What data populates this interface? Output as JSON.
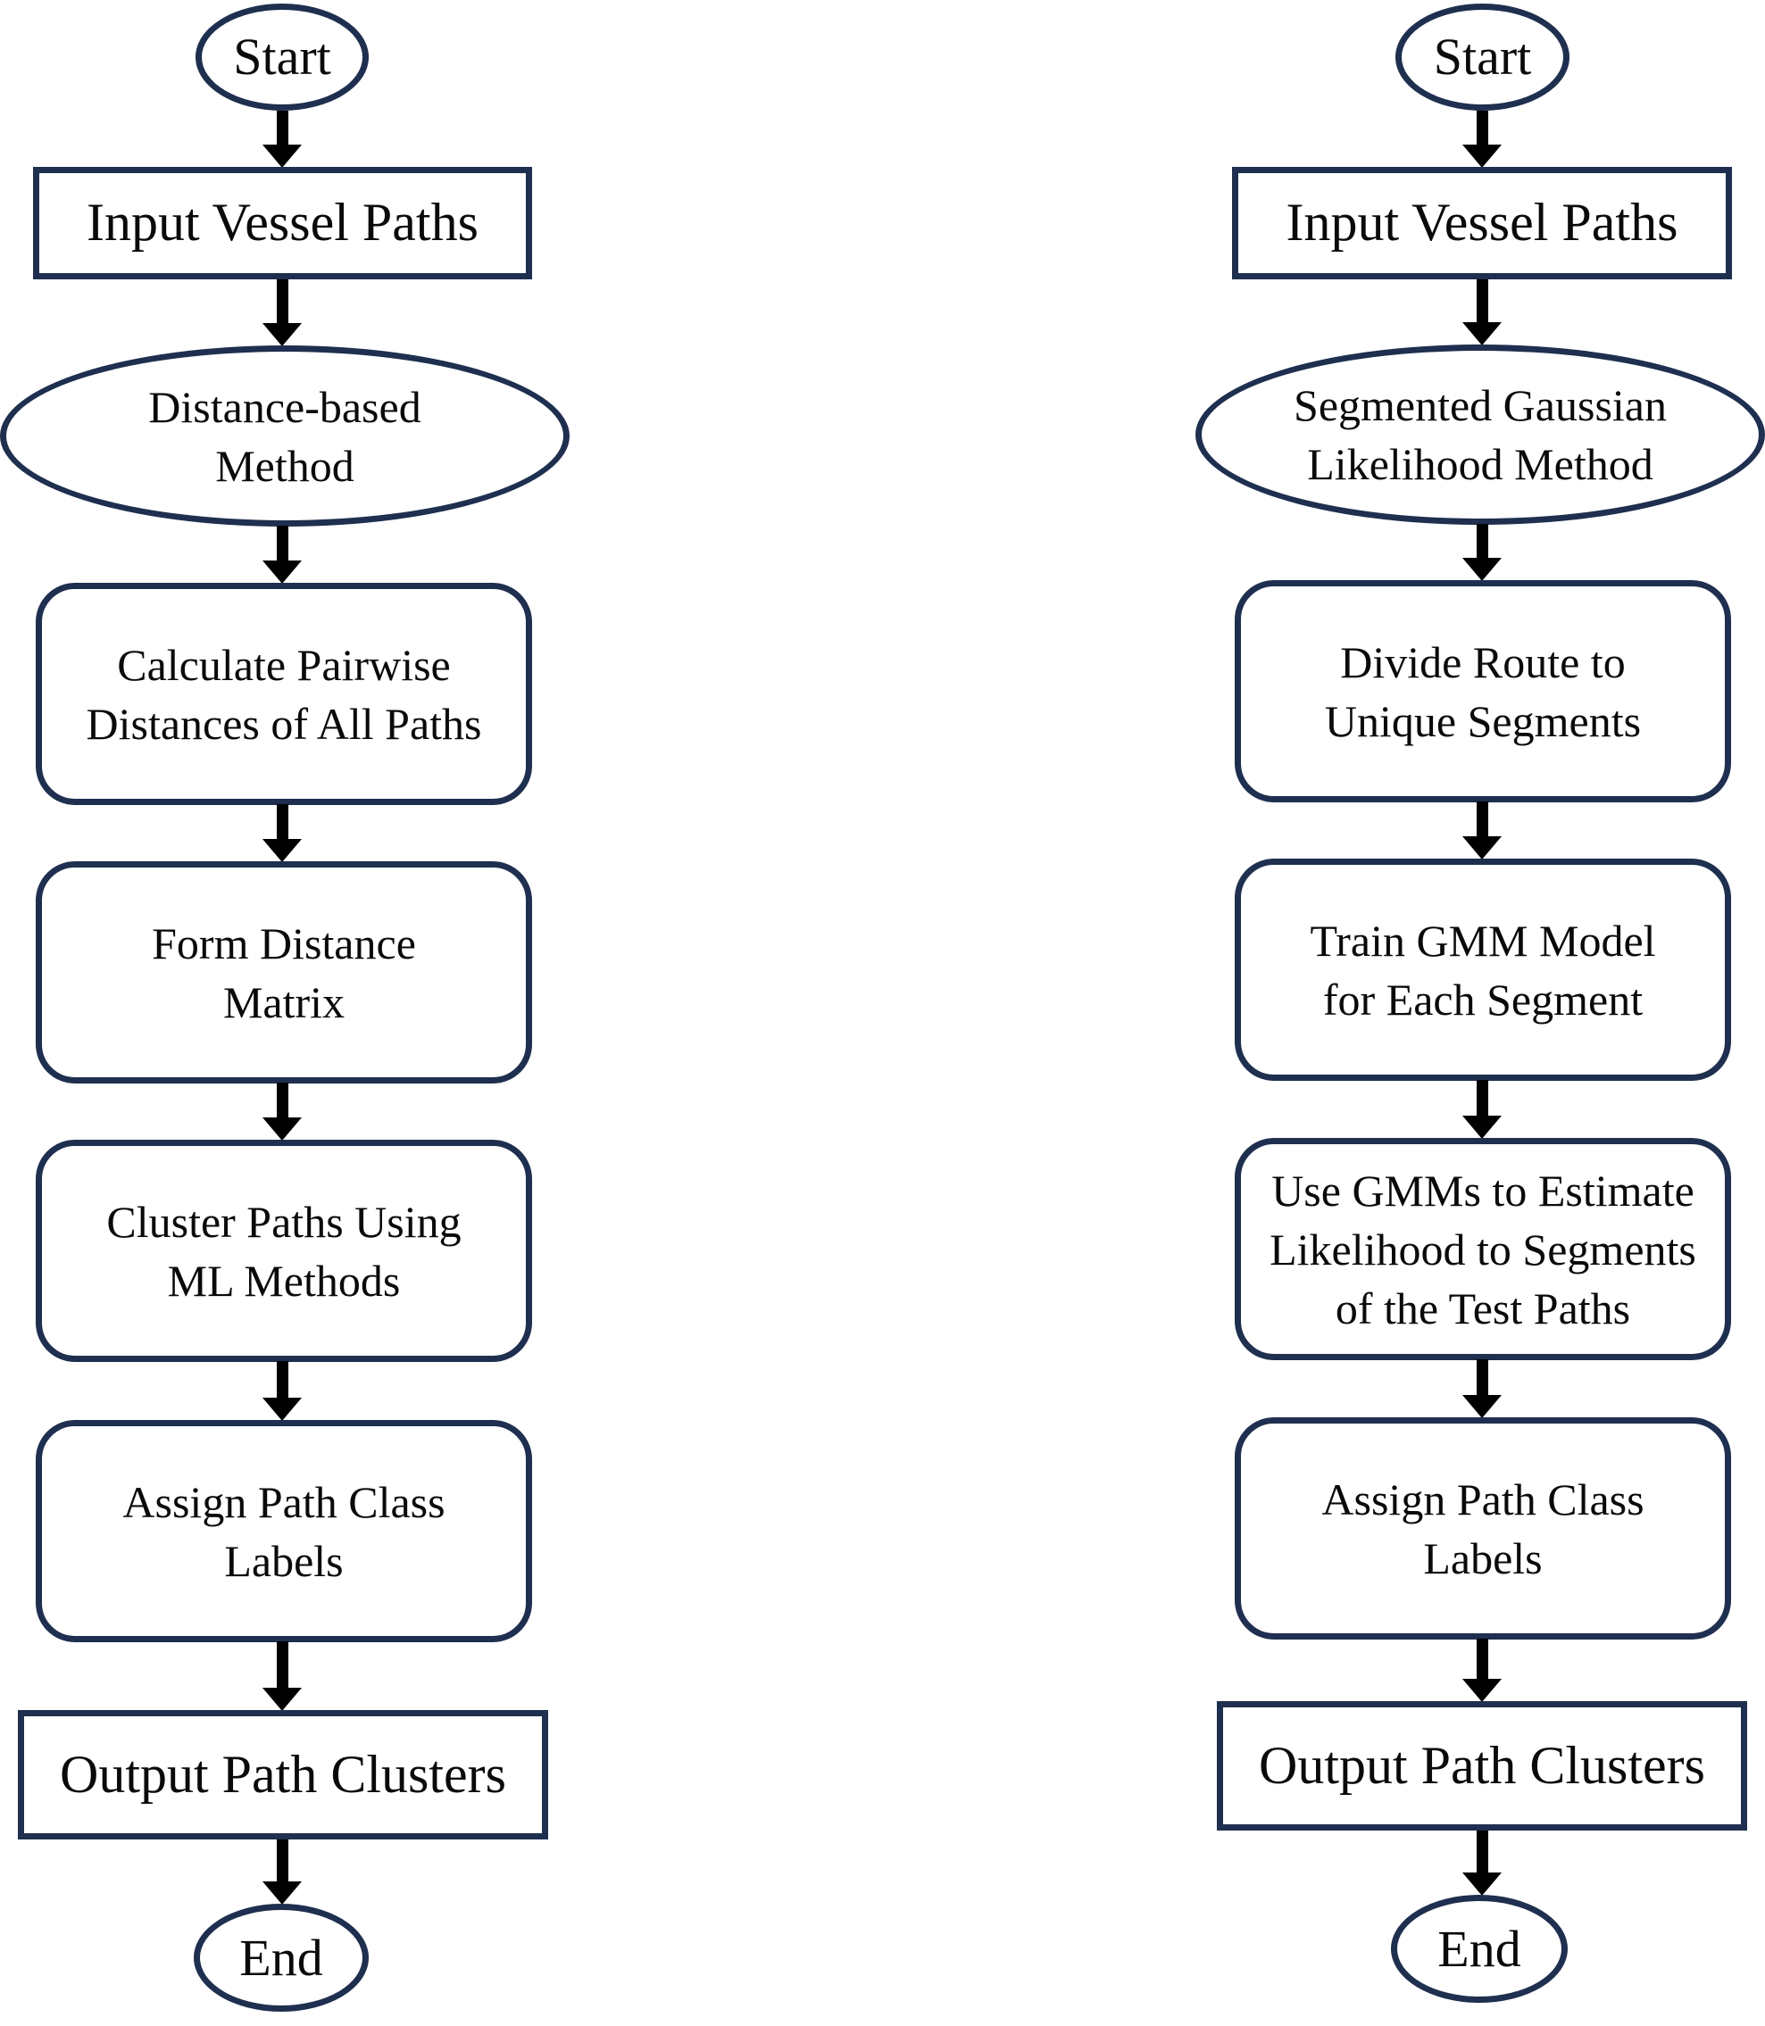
{
  "flowcharts": [
    {
      "steps": [
        {
          "id": "start",
          "label": "Start"
        },
        {
          "id": "input",
          "label": "Input Vessel Paths"
        },
        {
          "id": "method",
          "label": "Distance-based\nMethod"
        },
        {
          "id": "step-1",
          "label": "Calculate Pairwise\nDistances of All Paths"
        },
        {
          "id": "step-2",
          "label": "Form Distance\nMatrix"
        },
        {
          "id": "step-3",
          "label": "Cluster Paths Using\nML Methods"
        },
        {
          "id": "step-4",
          "label": "Assign Path Class\nLabels"
        },
        {
          "id": "output",
          "label": "Output Path Clusters"
        },
        {
          "id": "end",
          "label": "End"
        }
      ]
    },
    {
      "steps": [
        {
          "id": "start",
          "label": "Start"
        },
        {
          "id": "input",
          "label": "Input Vessel Paths"
        },
        {
          "id": "method",
          "label": "Segmented  Gaussian\nLikelihood Method"
        },
        {
          "id": "step-1",
          "label": "Divide Route to\nUnique Segments"
        },
        {
          "id": "step-2",
          "label": "Train GMM Model\nfor Each Segment"
        },
        {
          "id": "step-3",
          "label": "Use GMMs to Estimate\nLikelihood to Segments\nof the Test Paths"
        },
        {
          "id": "step-4",
          "label": "Assign Path Class\nLabels"
        },
        {
          "id": "output",
          "label": "Output Path Clusters"
        },
        {
          "id": "end",
          "label": "End"
        }
      ]
    }
  ],
  "colors": {
    "node_border": "#1e2f4f",
    "arrow": "#000000",
    "background": "#ffffff"
  }
}
